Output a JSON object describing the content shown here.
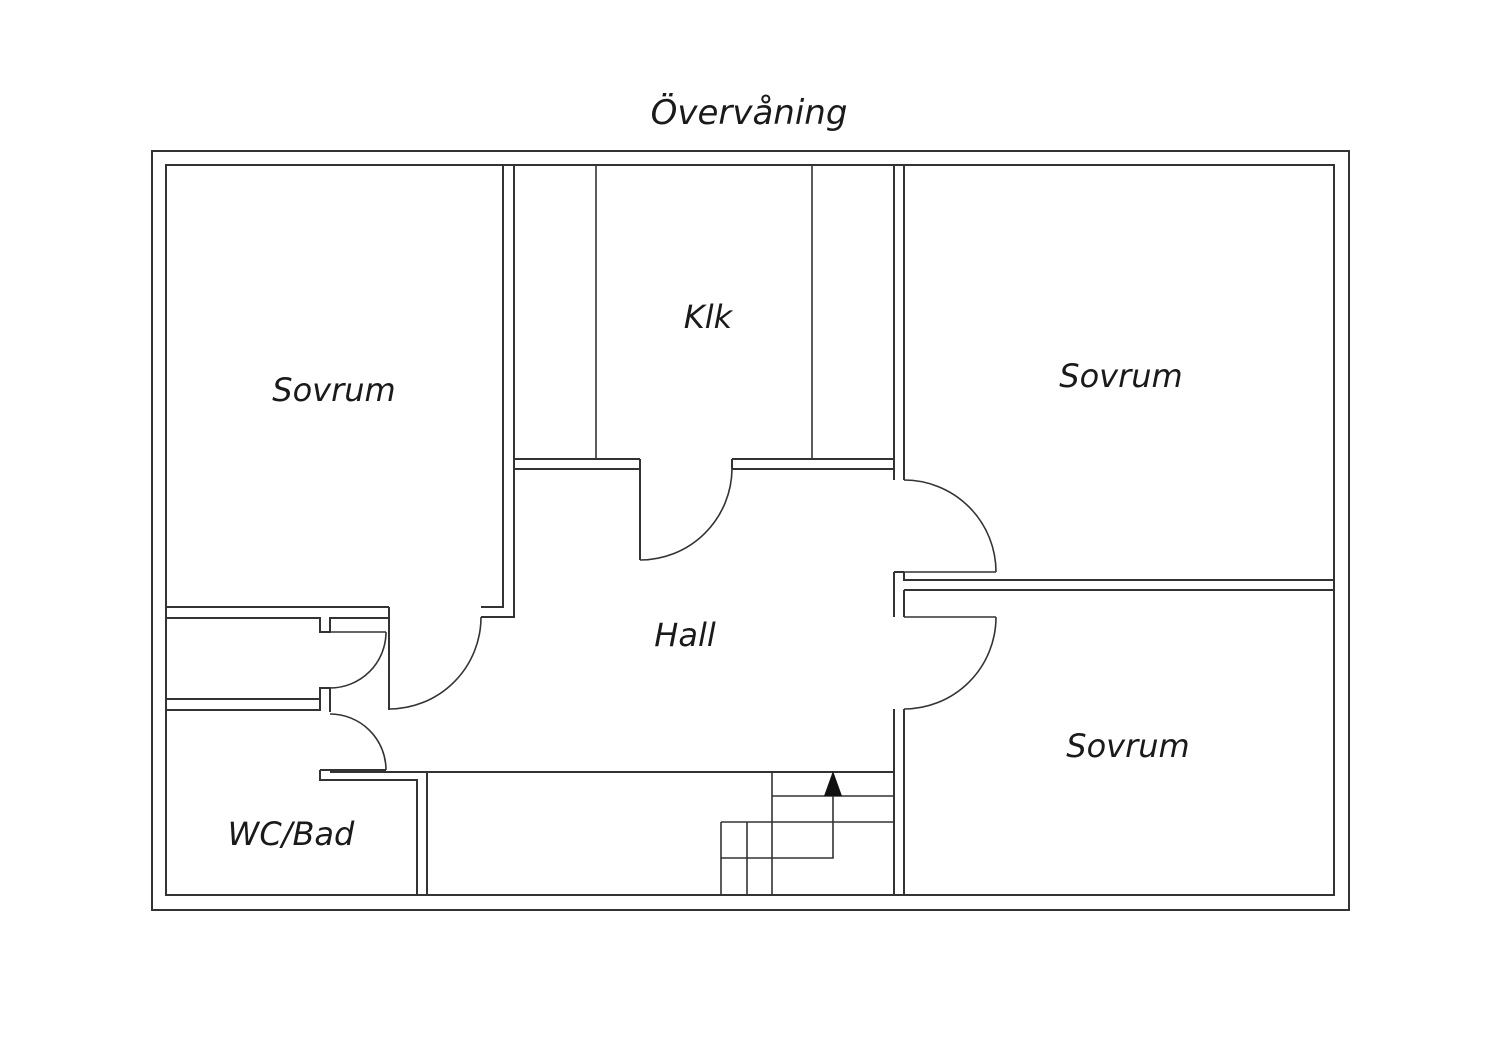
{
  "title": "Övervåning",
  "rooms": {
    "bedroom_left": "Sovrum",
    "klk": "Klk",
    "bedroom_top_right": "Sovrum",
    "hall": "Hall",
    "bedroom_bottom_right": "Sovrum",
    "bath": "WC/Bad"
  },
  "colors": {
    "wall": "#333333",
    "background": "#ffffff"
  }
}
